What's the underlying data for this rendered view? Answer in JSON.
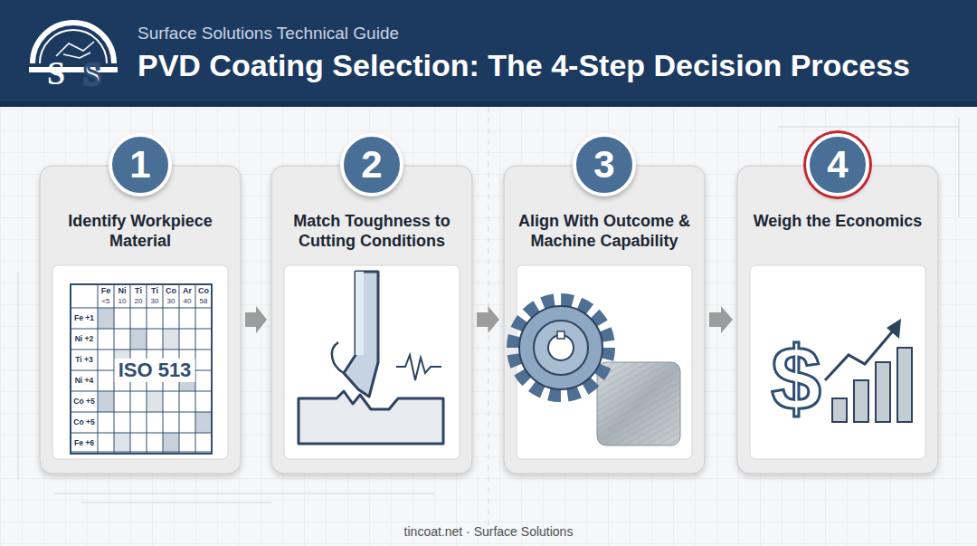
{
  "diagram": {
    "title": "PVD Coating Selection: The 4-Step Decision Process",
    "caption": "tincoat.net · Surface Solutions",
    "nodes": [
      {
        "text": [
          "Identify Workpiece Material"
        ]
      },
      {
        "text": [
          "1"
        ],
        "in": 0
      },
      {
        "text": [
          "Match Toughness to Cutting Conditions"
        ]
      },
      {
        "text": [
          "2"
        ],
        "in": 2
      },
      {
        "text": [
          "Align With Outcome & Machine Capability"
        ]
      },
      {
        "text": [
          "3"
        ],
        "in": 4
      },
      {
        "text": [
          "Weigh the Economics"
        ]
      },
      {
        "text": [
          "4"
        ],
        "in": 6
      }
    ],
    "edges": [
      {
        "from": 0,
        "to": 2,
        "arrow": "to"
      },
      {
        "from": 2,
        "to": 4,
        "arrow": "to"
      },
      {
        "from": 4,
        "to": 6,
        "arrow": "to"
      }
    ],
    "labels": [
      "S",
      "S",
      "Surface Solutions Technical Guide",
      "Fe",
      "Ni",
      "Ti",
      "Ti",
      "Co",
      "Ar",
      "Co",
      "<5",
      "10",
      "20",
      "30",
      "30",
      "40",
      "58",
      "Fe +1",
      "Ni +2",
      "Ti +3",
      "Ni +4",
      "Co +5",
      "Co +5",
      "Fe +6",
      "ISO 513",
      "$"
    ]
  }
}
